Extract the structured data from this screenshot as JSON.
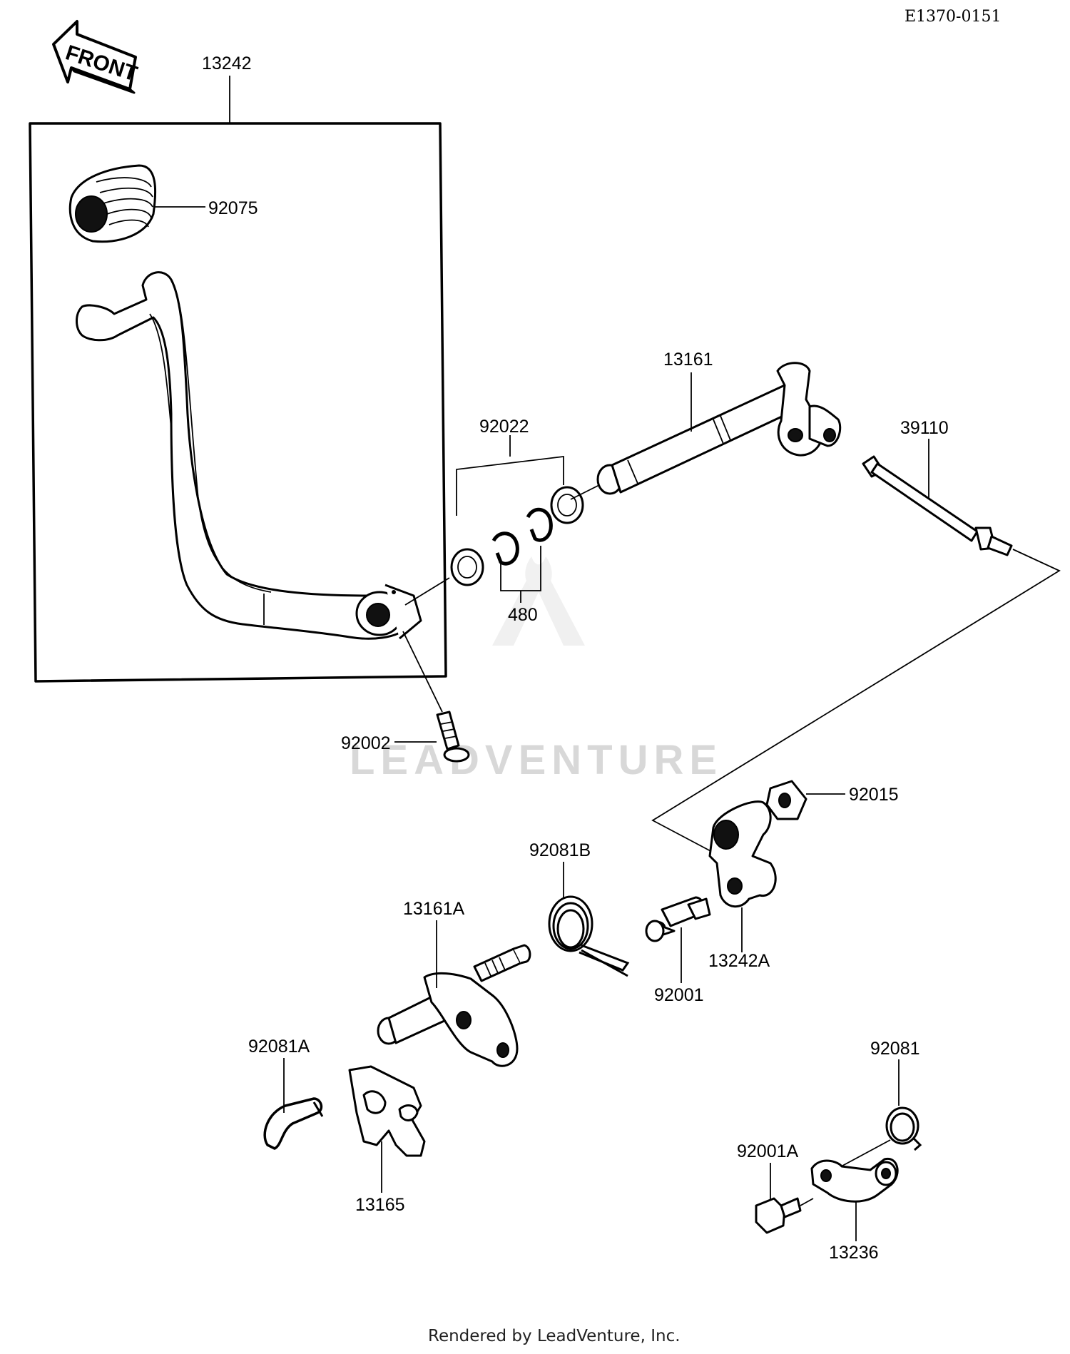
{
  "diagram_ref": "E1370-0151",
  "front_label": "FRONT",
  "watermark": "LEADVENTURE",
  "footer": "Rendered by LeadVenture, Inc.",
  "parts": {
    "p13242": "13242",
    "p92075": "92075",
    "p13161": "13161",
    "p39110": "39110",
    "p92022": "92022",
    "p480": "480",
    "p92002": "92002",
    "p92015": "92015",
    "p92081B": "92081B",
    "p13161A": "13161A",
    "p92001": "92001",
    "p13242A": "13242A",
    "p92081A": "92081A",
    "p92081": "92081",
    "p92001A": "92001A",
    "p13165": "13165",
    "p13236": "13236"
  }
}
